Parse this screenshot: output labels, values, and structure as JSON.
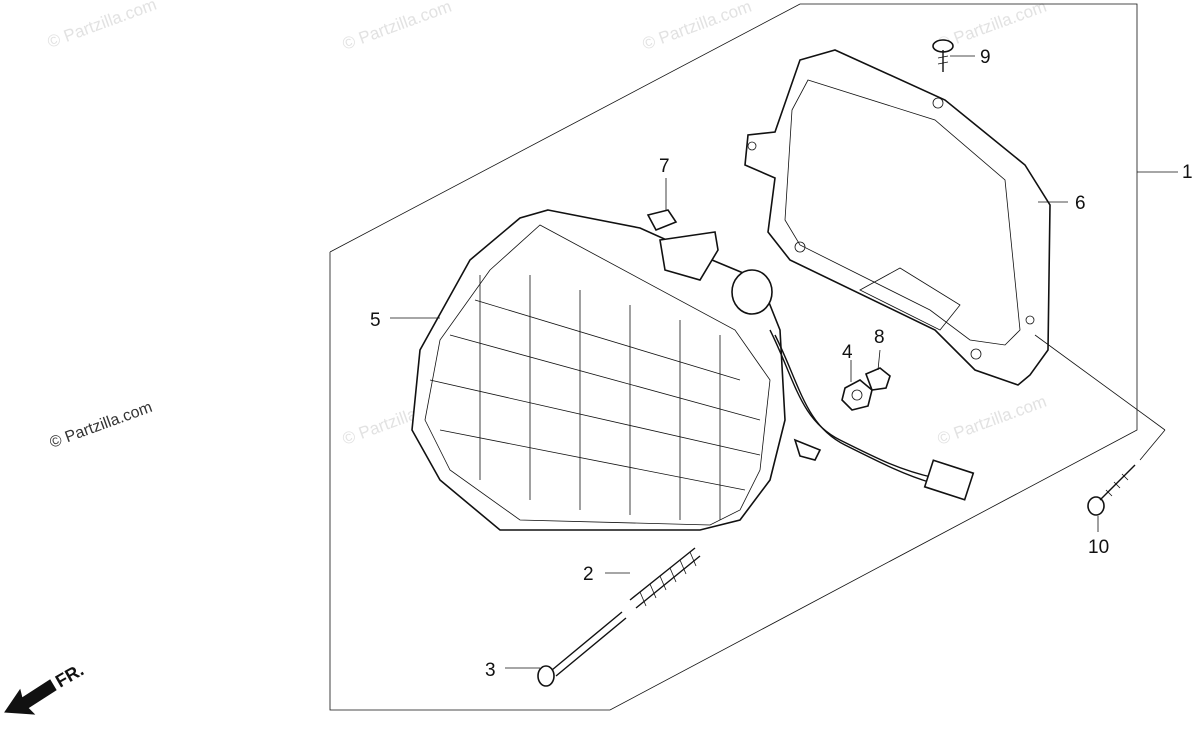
{
  "diagram": {
    "callouts": [
      {
        "id": "1",
        "text": "1"
      },
      {
        "id": "2",
        "text": "2"
      },
      {
        "id": "3",
        "text": "3"
      },
      {
        "id": "4",
        "text": "4"
      },
      {
        "id": "5",
        "text": "5"
      },
      {
        "id": "6",
        "text": "6"
      },
      {
        "id": "7",
        "text": "7"
      },
      {
        "id": "8",
        "text": "8"
      },
      {
        "id": "9",
        "text": "9"
      },
      {
        "id": "10",
        "text": "10"
      }
    ],
    "watermark": "© Partzilla.com",
    "direction_label": "FR."
  }
}
